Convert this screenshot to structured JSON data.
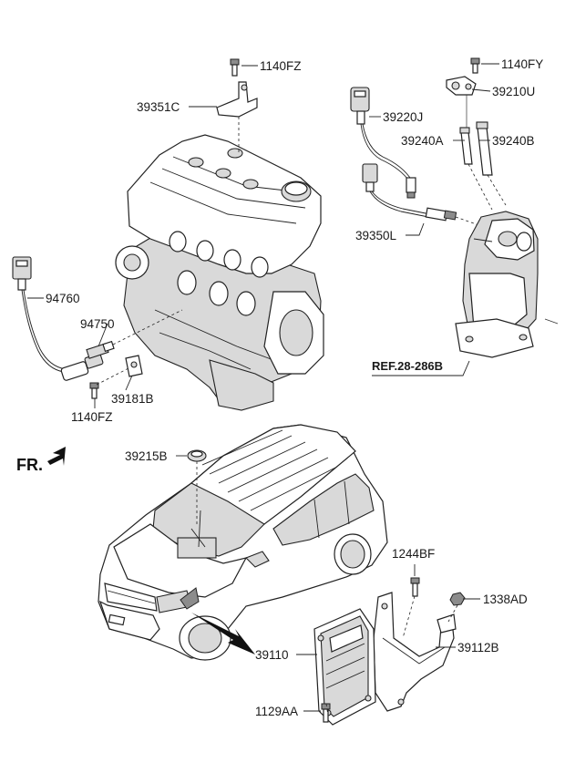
{
  "orientation": {
    "front_label": "FR."
  },
  "labels": {
    "p1140FZ_top": "1140FZ",
    "p39351C": "39351C",
    "p1140FY": "1140FY",
    "p39210U": "39210U",
    "p39220J": "39220J",
    "p39240A": "39240A",
    "p39240B": "39240B",
    "p39350L": "39350L",
    "p94760": "94760",
    "p94750": "94750",
    "p39181B": "39181B",
    "p1140FZ_bottom": "1140FZ",
    "ref": "REF.28-286B",
    "p39215B": "39215B",
    "p1244BF": "1244BF",
    "p1338AD": "1338AD",
    "p39110": "39110",
    "p39112B": "39112B",
    "p1129AA": "1129AA"
  },
  "icons": {
    "front_arrow": "arrow-left-down-icon"
  }
}
